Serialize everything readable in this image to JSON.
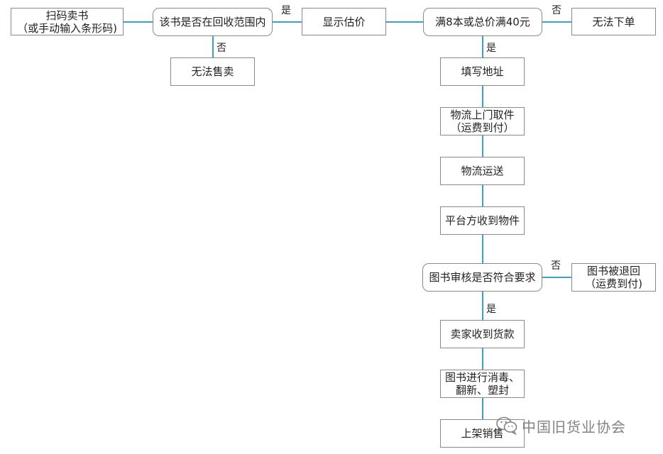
{
  "diagram": {
    "colors": {
      "edge": "#3aa2c8",
      "node_border": "#8a8a8a"
    },
    "nodes": {
      "scan": {
        "lines": [
          "扫码卖书",
          "（或手动输入条形码)"
        ]
      },
      "check_range": {
        "lines": [
          "该书是否在回收范围内"
        ]
      },
      "show_price": {
        "lines": [
          "显示估价"
        ]
      },
      "check_min": {
        "lines": [
          "满8本或总价满40元"
        ]
      },
      "no_order": {
        "lines": [
          "无法下单"
        ]
      },
      "no_sell": {
        "lines": [
          "无法售卖"
        ]
      },
      "fill_address": {
        "lines": [
          "填写地址"
        ]
      },
      "pickup": {
        "lines": [
          "物流上门取件",
          "（运费到付）"
        ]
      },
      "transport": {
        "lines": [
          "物流运送"
        ]
      },
      "received": {
        "lines": [
          "平台方收到物件"
        ]
      },
      "review": {
        "lines": [
          "图书审核是否符合要求"
        ]
      },
      "returned": {
        "lines": [
          "图书被退回",
          "（运费到付)"
        ]
      },
      "paid": {
        "lines": [
          "卖家收到货款"
        ]
      },
      "disinfect": {
        "lines": [
          "图书进行消毒、",
          "翻新、塑封"
        ]
      },
      "shelf": {
        "lines": [
          "上架销售"
        ]
      }
    },
    "edge_labels": {
      "yes_range": "是",
      "no_range": "否",
      "no_min": "否",
      "yes_min": "是",
      "no_review": "否",
      "yes_review": "是"
    }
  },
  "watermark": {
    "text": "中国旧货业协会",
    "icon": "wechat-icon"
  }
}
